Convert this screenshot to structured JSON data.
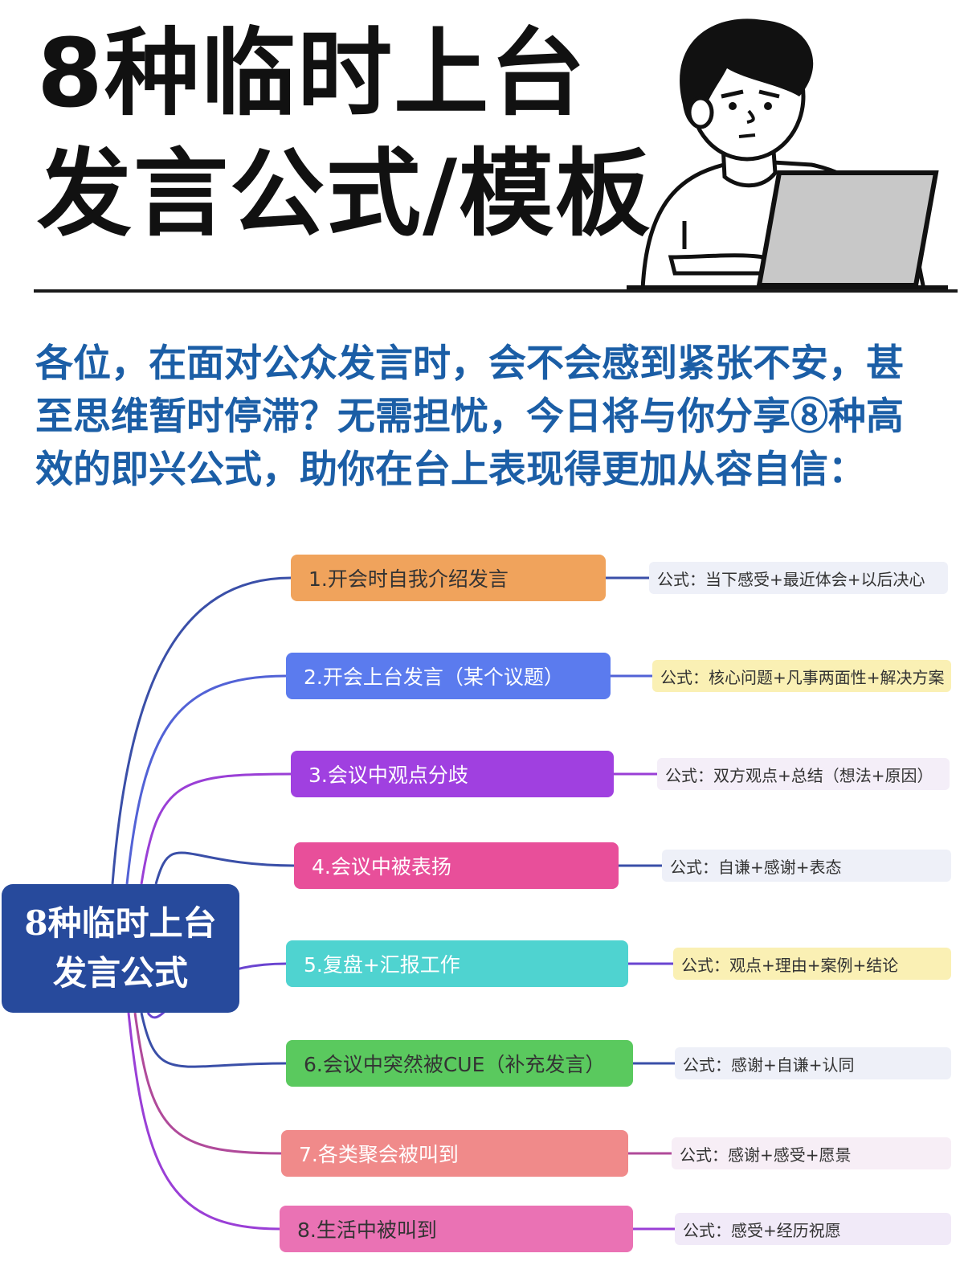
{
  "title": {
    "line1": "8种临时上台",
    "line2": "发言公式/模板"
  },
  "intro": {
    "line1": "各位，在面对公众发言时，会不会感到紧张不安，甚",
    "line2": "至思维暂时停滞？无需担忧，今日将与你分享⑧种高",
    "line3": "效的即兴公式，助你在台上表现得更加从容自信："
  },
  "mindmap": {
    "root": {
      "line1": "8种临时上台",
      "line2": "发言公式"
    },
    "branches": [
      {
        "label": "1.开会时自我介绍发言",
        "formula": "公式：当下感受+最近体会+以后决心",
        "color": "#f0a35c",
        "formula_bg": "#eef0f8",
        "line_color": "#3a4fa8",
        "text_color": "#333333"
      },
      {
        "label": "2.开会上台发言（某个议题）",
        "formula": "公式：核心问题+凡事两面性+解决方案",
        "color": "#5b7bee",
        "formula_bg": "#faf0b4",
        "line_color": "#5262d6",
        "text_color": "#ffffff"
      },
      {
        "label": "3.会议中观点分歧",
        "formula": "公式：双方观点+总结（想法+原因）",
        "color": "#a040e0",
        "formula_bg": "#f4eef8",
        "line_color": "#9a3fd6",
        "text_color": "#ffffff"
      },
      {
        "label": "4.会议中被表扬",
        "formula": "公式：自谦+感谢+表态",
        "color": "#e84f9a",
        "formula_bg": "#eef0f8",
        "line_color": "#3a4fa8",
        "text_color": "#ffffff"
      },
      {
        "label": "5.复盘+汇报工作",
        "formula": "公式：观点+理由+案例+结论",
        "color": "#4fd3d0",
        "formula_bg": "#faf0b4",
        "line_color": "#6a44d0",
        "text_color": "#ffffff"
      },
      {
        "label": "6.会议中突然被CUE（补充发言）",
        "formula": "公式：感谢+自谦+认同",
        "color": "#5ac95e",
        "formula_bg": "#eef0f8",
        "line_color": "#3a4fa8",
        "text_color": "#333333"
      },
      {
        "label": "7.各类聚会被叫到",
        "formula": "公式：感谢+感受+愿景",
        "color": "#f08a8a",
        "formula_bg": "#f7eef6",
        "line_color": "#b04a9a",
        "text_color": "#ffffff"
      },
      {
        "label": "8.生活中被叫到",
        "formula": "公式：感受+经历祝愿",
        "color": "#ea72b4",
        "formula_bg": "#f1eaf8",
        "line_color": "#9a3fd6",
        "text_color": "#333333"
      }
    ]
  }
}
